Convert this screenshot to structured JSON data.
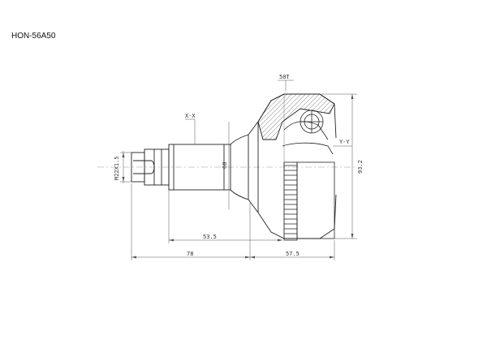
{
  "part_code": "HON-56A50",
  "labels": {
    "teeth": "50T",
    "section_x": "X-X",
    "section_y": "Y-Y",
    "thread": "M22X1.5",
    "diameter_60": "60",
    "diameter_93": "93.2",
    "length_53": "53.5",
    "length_78": "78",
    "length_57": "57.5"
  }
}
